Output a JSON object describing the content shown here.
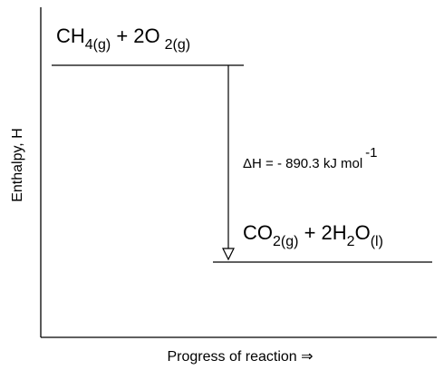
{
  "colors": {
    "stroke": "#000000",
    "background": "#ffffff"
  },
  "axes": {
    "y_label": "Enthalpy, H",
    "x_label": "Progress of reaction ⇒"
  },
  "reactants": {
    "parts": [
      {
        "text": "CH",
        "kind": "normal"
      },
      {
        "text": "4(g)",
        "kind": "sub"
      },
      {
        "text": " + 2O",
        "kind": "normal"
      },
      {
        "text": "2(g)",
        "kind": "sub"
      }
    ]
  },
  "products": {
    "parts": [
      {
        "text": "CO",
        "kind": "normal"
      },
      {
        "text": "2(g)",
        "kind": "sub"
      },
      {
        "text": " + 2H",
        "kind": "normal"
      },
      {
        "text": "2",
        "kind": "sub"
      },
      {
        "text": "O",
        "kind": "normal"
      },
      {
        "text": "(l)",
        "kind": "sub"
      }
    ]
  },
  "delta_h": {
    "parts": [
      {
        "text": "ΔH = - 890.3 kJ mol",
        "kind": "normal"
      },
      {
        "text": "-1",
        "kind": "sup"
      }
    ]
  },
  "arrow_icon": "down-arrow-icon"
}
